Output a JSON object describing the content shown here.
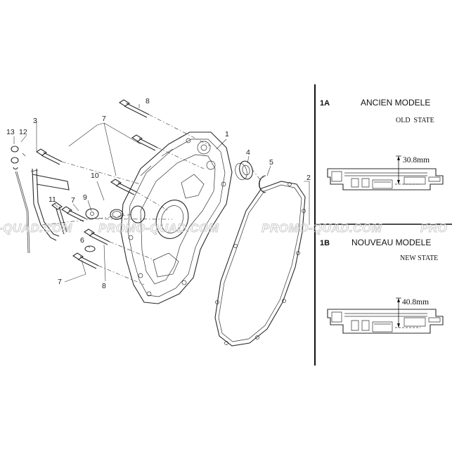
{
  "watermark": "PROMO-QUAD.COM",
  "watermark_partial_left": "-QUAD.COM",
  "watermark_partial_right": "PRO",
  "callouts": [
    "1",
    "2",
    "3",
    "4",
    "5",
    "6",
    "7",
    "7",
    "7",
    "7",
    "8",
    "8",
    "9",
    "10",
    "11",
    "12",
    "13"
  ],
  "panel_a": {
    "code": "1A",
    "title": "ANCIEN MODELE",
    "subtitle": "OLD  STATE",
    "dimension": "30.8mm"
  },
  "panel_b": {
    "code": "1B",
    "title": "NOUVEAU MODELE",
    "subtitle": "NEW STATE",
    "dimension": "40.8mm"
  }
}
